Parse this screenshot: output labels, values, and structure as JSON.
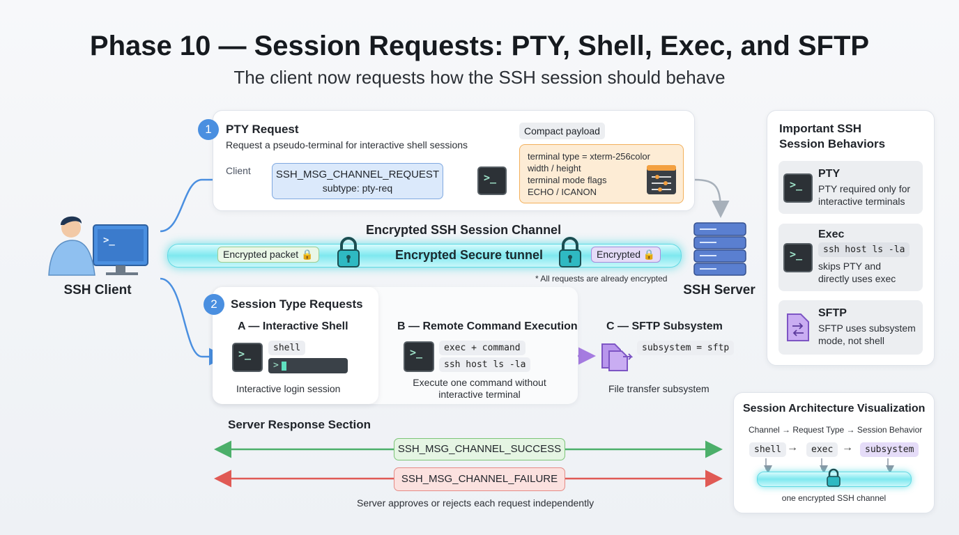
{
  "title": "Phase 10 — Session Requests: PTY, Shell, Exec, and SFTP",
  "subtitle": "The client now requests how the SSH session should behave",
  "client": {
    "label": "SSH Client"
  },
  "server": {
    "label": "SSH Server"
  },
  "pty": {
    "number": "1",
    "title": "PTY Request",
    "desc": "Request a pseudo-terminal for interactive shell sessions",
    "client_label": "Client",
    "msg_line1": "SSH_MSG_CHANNEL_REQUEST",
    "msg_line2": "subtype: pty-req",
    "payload_label": "Compact payload",
    "payload_lines": [
      "terminal type = xterm-256color",
      "width / height",
      "terminal mode flags",
      "ECHO / ICANON"
    ]
  },
  "tunnel": {
    "heading": "Encrypted SSH Session Channel",
    "center_label": "Encrypted Secure tunnel",
    "left_badge": "Encrypted packet 🔒",
    "right_badge": "Encrypted 🔒",
    "note": "* All requests are already encrypted"
  },
  "session": {
    "number": "2",
    "title": "Session Type Requests",
    "a": {
      "title": "A — Interactive Shell",
      "chip": "shell",
      "prompt": ">",
      "caption": "Interactive login session"
    },
    "b": {
      "title": "B — Remote Command Execution",
      "chip1": "exec + command",
      "chip2": "ssh host ls -la",
      "caption_line1": "Execute one command without",
      "caption_line2": "interactive terminal"
    },
    "c": {
      "title": "C — SFTP Subsystem",
      "chip": "subsystem = sftp",
      "caption": "File transfer subsystem"
    }
  },
  "response": {
    "title": "Server Response Section",
    "success": "SSH_MSG_CHANNEL_SUCCESS",
    "failure": "SSH_MSG_CHANNEL_FAILURE",
    "note": "Server approves or rejects each request independently"
  },
  "behaviors": {
    "title_line1": "Important SSH",
    "title_line2": "Session Behaviors",
    "items": [
      {
        "name": "PTY",
        "desc_line1": "PTY required only for",
        "desc_line2": "interactive terminals",
        "icon": "terminal-icon"
      },
      {
        "name": "Exec",
        "code": "ssh host ls -la",
        "desc_line1": "skips PTY and",
        "desc_line2": "directly uses exec",
        "icon": "terminal-icon"
      },
      {
        "name": "SFTP",
        "desc_line1": "SFTP uses subsystem",
        "desc_line2": "mode, not shell",
        "icon": "file-transfer-icon"
      }
    ]
  },
  "architecture": {
    "title": "Session Architecture Visualization",
    "flow": "Channel → Request Type → Session Behavior",
    "chips": [
      "shell",
      "exec",
      "subsystem"
    ],
    "caption": "one encrypted SSH channel"
  },
  "colors": {
    "accent": "#4a8fe0",
    "success": "#4caf6a",
    "failure": "#e05a55",
    "tunnel": "#39d6e0",
    "sftp": "#a57be0"
  }
}
